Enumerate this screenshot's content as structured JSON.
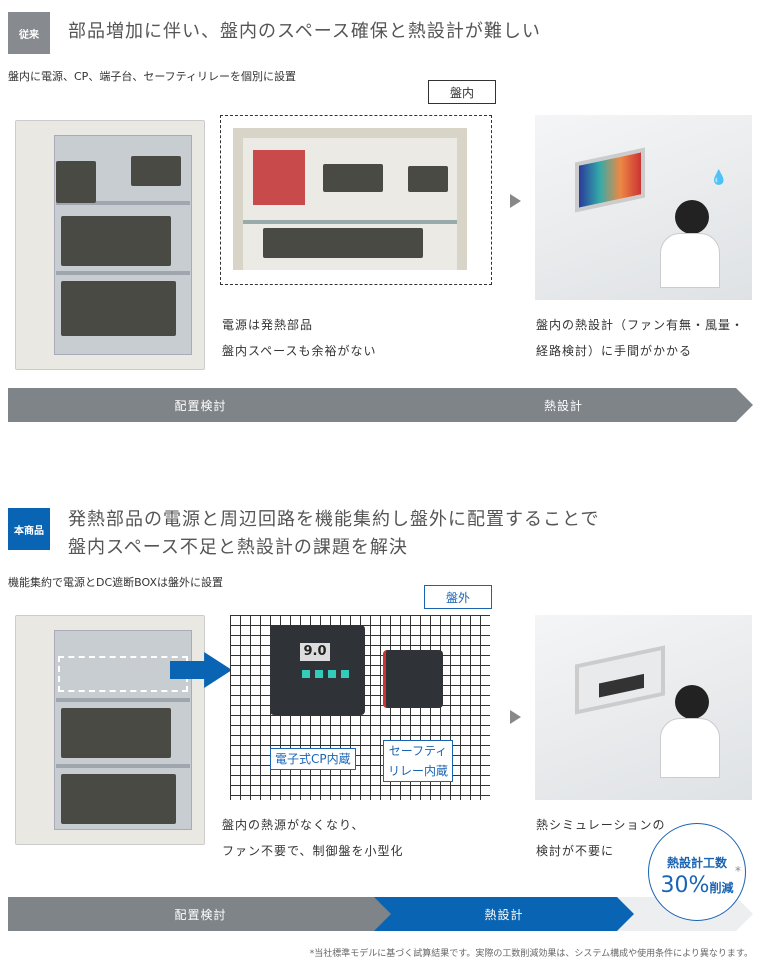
{
  "before": {
    "badge": "従来",
    "heading": "部品増加に伴い、盤内のスペース確保と熱設計が難しい",
    "subtitle": "盤内に電源、CP、端子台、セーフティリレーを個別に設置",
    "zoom_label": "盤内",
    "desc_left": [
      "電源は発熱部品",
      "盤内スペースも余裕がない"
    ],
    "desc_right": [
      "盤内の熱設計（ファン有無・風量・",
      "経路検討）に手間がかかる"
    ],
    "steps": [
      "配置検討",
      "熱設計"
    ]
  },
  "after": {
    "badge": "本商品",
    "heading": [
      "発熱部品の電源と周辺回路を機能集約し盤外に配置することで",
      "盤内スペース不足と熱設計の課題を解決"
    ],
    "subtitle": "機能集約で電源とDC遮断BOXは盤外に設置",
    "zoom_label": "盤外",
    "device_display": "9.0",
    "label_cp": "電子式CP内蔵",
    "label_relay": [
      "セーフティ",
      "リレー内蔵"
    ],
    "desc_left": [
      "盤内の熱源がなくなり、",
      "ファン不要で、制御盤を小型化"
    ],
    "desc_right": [
      "熱シミュレーションの",
      "検討が不要に"
    ],
    "steps": [
      "配置検討",
      "熱設計"
    ],
    "callout": {
      "title": "熱設計工数",
      "value": "30%",
      "suffix": "削減",
      "mark": "*"
    }
  },
  "footnote": "*当社標準モデルに基づく試算結果です。実際の工数削減効果は、システム構成や使用条件により異なります。",
  "colors": {
    "gray": "#878a8e",
    "blue": "#0a64b4"
  }
}
